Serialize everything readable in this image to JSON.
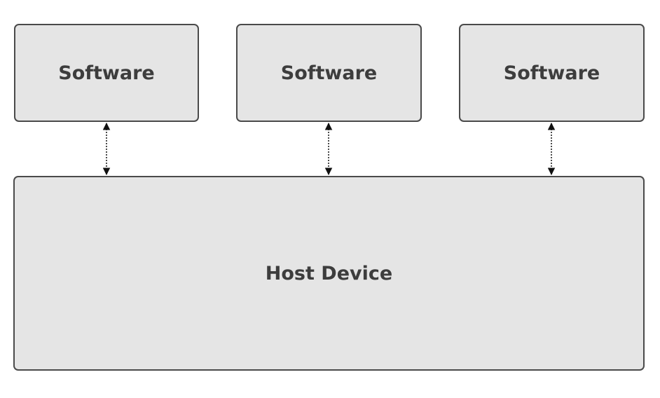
{
  "diagram": {
    "software_boxes": [
      {
        "label": "Software"
      },
      {
        "label": "Software"
      },
      {
        "label": "Software"
      }
    ],
    "host": {
      "label": "Host Device"
    },
    "colors": {
      "box_fill": "#e5e5e5",
      "box_border": "#4a4a4a",
      "text": "#3d3d3d",
      "connector": "#111111"
    }
  }
}
